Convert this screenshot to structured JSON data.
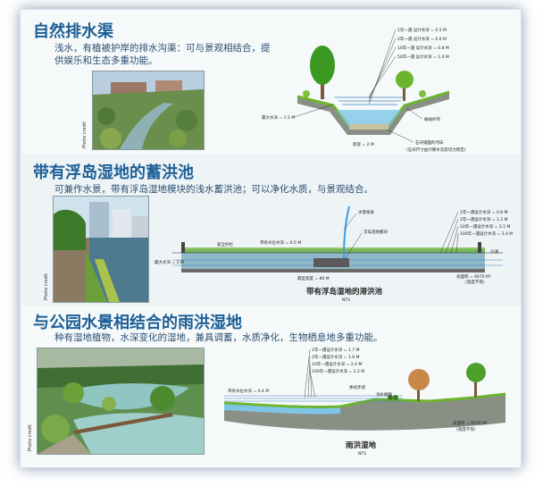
{
  "sections": [
    {
      "title": "自然排水渠",
      "description": "浅水，有植被护岸的排水沟渠：可与景观相结合，提供娱乐和生态多重功能。",
      "photo_credit": "Photo credit",
      "labels": {
        "storm_1yr": "1年一遇  设计水深 = 0.5 M",
        "storm_2yr": "2年一遇  设计水深 = 0.6 M",
        "storm_10yr": "10年一遇  设计水深 = 0.8 M",
        "storm_50yr": "50年一遇  设计水深 = 1.0 M",
        "max_depth": "最大水深\n= 1.5 M",
        "bank": "植被护岸",
        "bottom_width": "底宽 = 2 M",
        "riprap": "石块铺面的河床",
        "riprap_note": "(石块尺寸由计算水流剪切力而定)"
      }
    },
    {
      "title": "带有浮岛湿地的蓄洪池",
      "description": "可兼作水景，带有浮岛湿地模块的浅水蓄洪池；可以净化水质，与景观结合。",
      "photo_credit": "Photo credit",
      "labels": {
        "fountain": "水景喷泉",
        "float_module": "浮岛湿地模块",
        "safety_rail": "安全护栏",
        "bottom_level": "带有水位水深 = 0.5 M",
        "max_depth": "最大水深\n= 3 M",
        "top_width": "典型宽度 = 80 M",
        "storm_1": "1年一遇设计水深 = 0.8 M",
        "storm_2": "2年一遇设计水深 = 1.2 M",
        "storm_3": "10年一遇设计水深 = 2.1 M",
        "storm_4": "100年一遇设计水深 = 2.4 M",
        "area": "总面积 = 6670 M²",
        "area_note": "(宽度不等)",
        "sand": "沙滩",
        "caption": "带有浮岛湿地的滞洪池",
        "caption_sub": "NTS"
      }
    },
    {
      "title": "与公园水景相结合的雨洪湿地",
      "description": "种有湿地植物，水深变化的湿地，兼具调蓄，水质净化，生物栖息地多重功能。",
      "photo_credit": "Photo credit",
      "labels": {
        "storm_1": "1年一遇设计水深 = 1.7 M",
        "storm_2": "2年一遇设计水深 = 1.8 M",
        "storm_3": "10年一遇设计水深 = 2.0 M",
        "storm_4": "100年一遇设计水深 = 2.2 M",
        "normal": "带有水位水深 = 0.4 M",
        "path": "休闲步道",
        "wetland_plants": "浅水植物",
        "area": "总面积 = 6670 M²",
        "area_note": "(宽度不等)",
        "caption": "雨洪湿地",
        "caption_sub": "NTS"
      }
    }
  ],
  "colors": {
    "title": "#1d5f96",
    "description": "#2b4f72",
    "water": "#7fc6e6",
    "grass": "#6bb52e",
    "soil": "#8a8f86",
    "tree": "#3c9a22",
    "autumn_tree": "#c9884a"
  }
}
